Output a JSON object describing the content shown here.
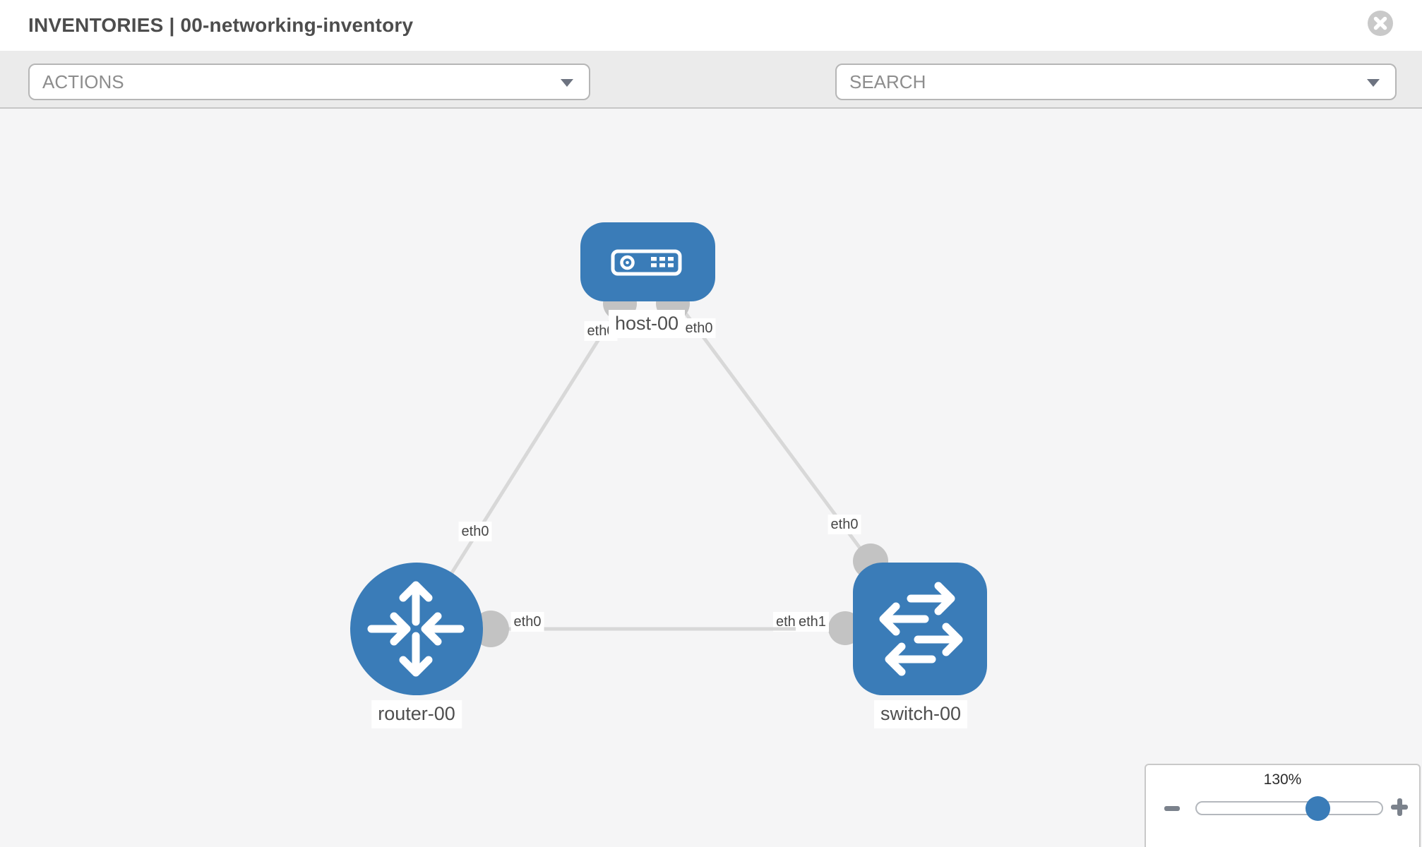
{
  "header": {
    "title": "INVENTORIES | 00-networking-inventory"
  },
  "toolbar": {
    "actions_label": "ACTIONS",
    "search_label": "SEARCH"
  },
  "topology": {
    "nodes": [
      {
        "label": "host-00",
        "type": "host",
        "shape": "rounded-rect"
      },
      {
        "label": "router-00",
        "type": "router",
        "shape": "circle"
      },
      {
        "label": "switch-00",
        "type": "switch",
        "shape": "rounded-square"
      }
    ],
    "links": [
      {
        "from": "host-00",
        "to": "router-00",
        "from_interface": "eth0",
        "to_interface": "eth0"
      },
      {
        "from": "host-00",
        "to": "switch-00",
        "from_interface": "eth0",
        "to_interface": "eth0"
      },
      {
        "from": "router-00",
        "to": "switch-00",
        "from_interface": "eth0",
        "to_interface": "eth1"
      }
    ],
    "overlapped_interface_label": "eth0"
  },
  "zoom_control": {
    "level": "130%"
  },
  "icons": {
    "close": "times-circle",
    "wrench": "wrench",
    "key": "key",
    "dropdown_caret": "caret-down",
    "zoom_out": "minus",
    "zoom_in": "plus"
  },
  "colors": {
    "node_blue": "#3a7cb8",
    "edge_gray": "#d8d8d8",
    "connector_gray": "#c3c3c3",
    "toolbar_gray": "#ebebeb"
  }
}
